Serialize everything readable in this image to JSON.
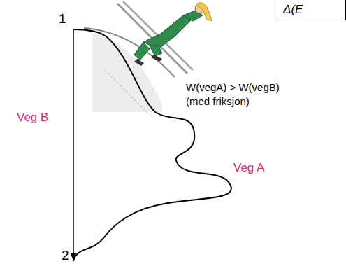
{
  "diagram": {
    "nodes": [
      {
        "text": [
          "Δ(E"
        ]
      }
    ],
    "labels": [
      "1",
      "2",
      "Veg B",
      "Veg A",
      "W(vegA) > W(vegB)",
      "(med friksjon)"
    ]
  }
}
